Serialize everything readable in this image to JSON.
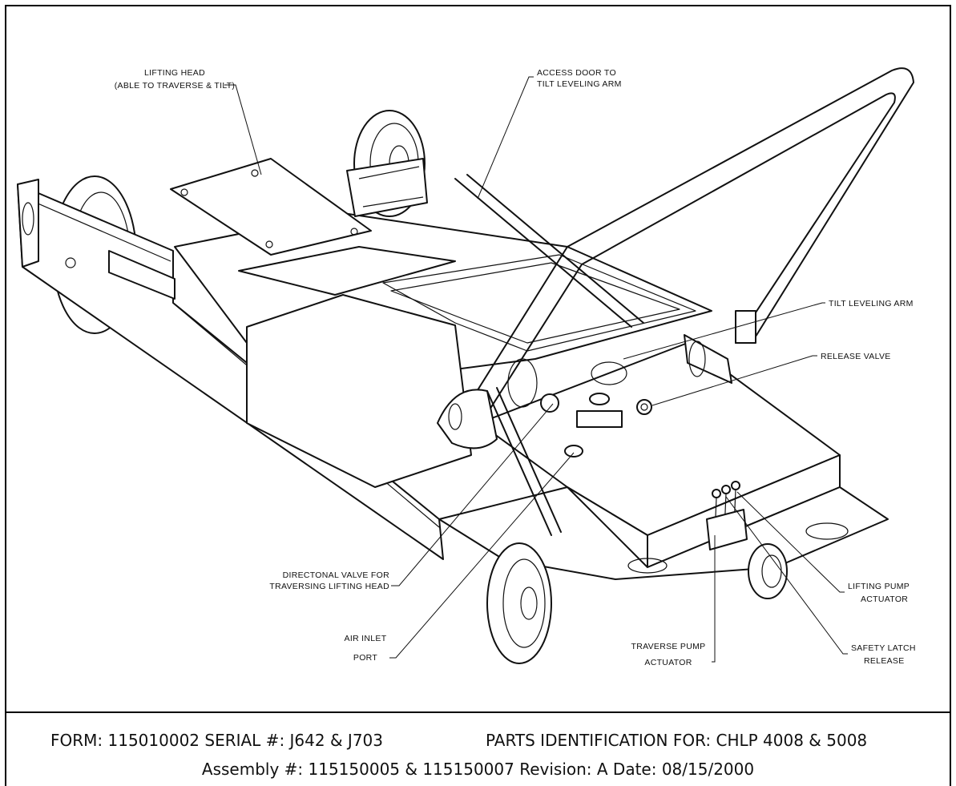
{
  "labels": {
    "lifting_head_1": "LIFTING HEAD",
    "lifting_head_2": "(ABLE TO TRAVERSE & TILT)",
    "access_door_1": "ACCESS DOOR TO",
    "access_door_2": "TILT LEVELING ARM",
    "tilt_leveling_arm": "TILT LEVELING ARM",
    "release_valve": "RELEASE VALVE",
    "directional_valve_1": "DIRECTONAL VALVE FOR",
    "directional_valve_2": "TRAVERSING LIFTING HEAD",
    "air_inlet_1": "AIR INLET",
    "air_inlet_2": "PORT",
    "traverse_pump_1": "TRAVERSE PUMP",
    "traverse_pump_2": "ACTUATOR",
    "lifting_pump_1": "LIFTING PUMP",
    "lifting_pump_2": "ACTUATOR",
    "safety_latch_1": "SAFETY LATCH",
    "safety_latch_2": "RELEASE"
  },
  "footer": {
    "form_serial": "FORM: 115010002 SERIAL #: J642 & J703",
    "parts_identification": "PARTS IDENTIFICATION FOR: CHLP 4008 & 5008",
    "assembly_line": "Assembly #: 115150005 & 115150007  Revision: A   Date: 08/15/2000"
  }
}
